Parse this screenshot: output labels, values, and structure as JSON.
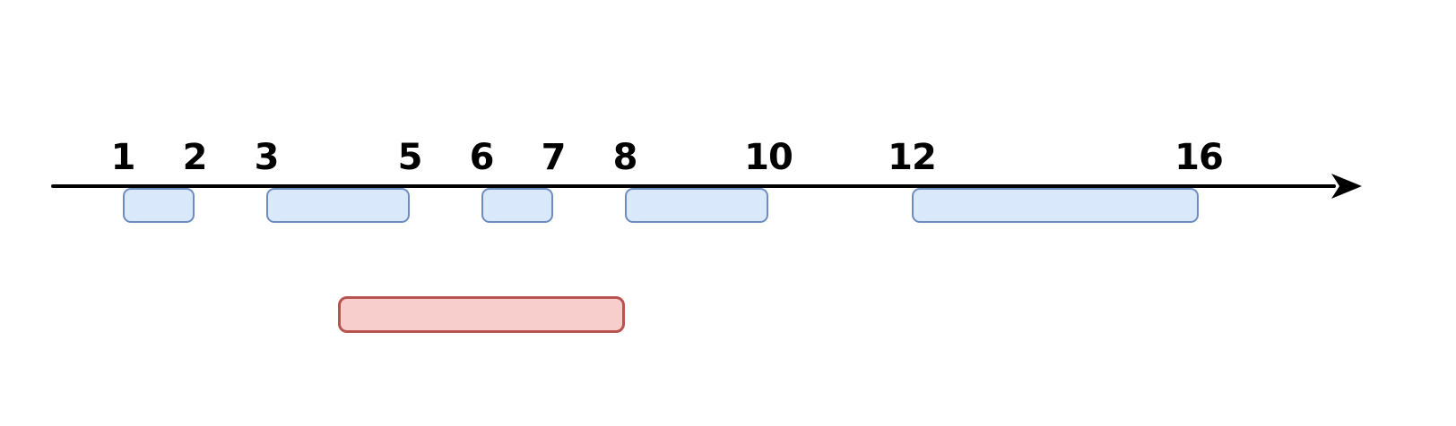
{
  "diagram": {
    "type": "number-line-intervals",
    "axis": {
      "ticks": [
        {
          "label": "1",
          "value": 1
        },
        {
          "label": "2",
          "value": 2
        },
        {
          "label": "3",
          "value": 3
        },
        {
          "label": "5",
          "value": 5
        },
        {
          "label": "6",
          "value": 6
        },
        {
          "label": "7",
          "value": 7
        },
        {
          "label": "8",
          "value": 8
        },
        {
          "label": "10",
          "value": 10
        },
        {
          "label": "12",
          "value": 12
        },
        {
          "label": "16",
          "value": 16
        }
      ]
    },
    "intervals": [
      {
        "start": 1,
        "end": 2
      },
      {
        "start": 3,
        "end": 5
      },
      {
        "start": 6,
        "end": 7
      },
      {
        "start": 8,
        "end": 10
      },
      {
        "start": 12,
        "end": 16
      }
    ],
    "new_interval": {
      "start": 4,
      "end": 8
    },
    "colors": {
      "background": "#ffffff",
      "axis": "#000000",
      "label_text": "#000000",
      "interval_fill": "#dae8fc",
      "interval_border": "#6c8ebf",
      "new_interval_fill": "#f8cecc",
      "new_interval_border": "#b85450"
    }
  }
}
